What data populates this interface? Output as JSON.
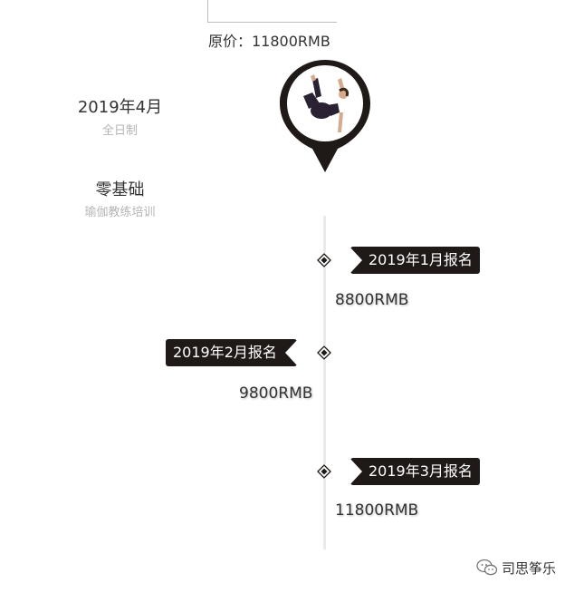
{
  "header": {
    "original_price": "原价：11800RMB"
  },
  "course": {
    "date": "2019年4月",
    "mode": "全日制",
    "level": "零基础",
    "name": "瑜伽教练培训"
  },
  "timeline": {
    "items": [
      {
        "label": "2019年1月报名",
        "price": "8800RMB"
      },
      {
        "label": "2019年2月报名",
        "price": "9800RMB"
      },
      {
        "label": "2019年3月报名",
        "price": "11800RMB"
      }
    ]
  },
  "footer": {
    "brand": "司思筝乐",
    "icon": "wechat-icon"
  },
  "colors": {
    "tag_bg": "#1f1a17",
    "pin": "#1f1a17",
    "line": "#e9e9ef"
  }
}
